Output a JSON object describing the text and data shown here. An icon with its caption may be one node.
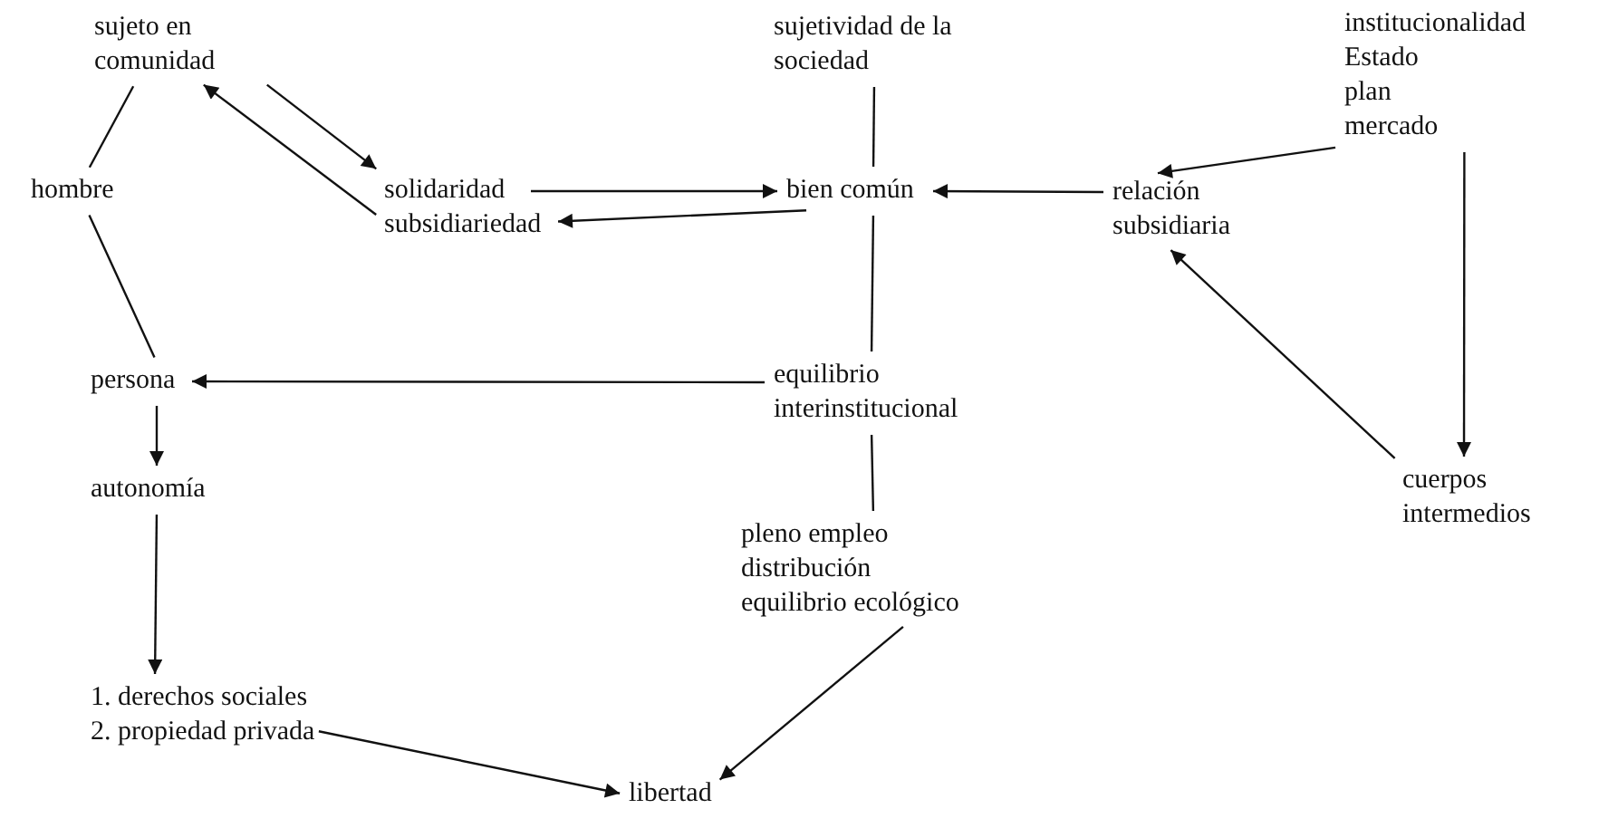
{
  "diagram": {
    "nodes": [
      {
        "text": [
          "sujeto en comunidad"
        ]
      },
      {
        "text": [
          "hombre"
        ]
      },
      {
        "text": [
          "solidaridad"
        ]
      },
      {
        "text": [
          "subsidiariedad"
        ]
      },
      {
        "text": [
          "sujetividad de la sociedad"
        ]
      },
      {
        "text": [
          "bien común"
        ]
      },
      {
        "text": [
          "institucionalidad",
          "Estado",
          "plan",
          "mercado"
        ]
      },
      {
        "text": [
          "relación subsidiaria"
        ]
      },
      {
        "text": [
          "persona"
        ]
      },
      {
        "text": [
          "equilibrio interinstitucional"
        ]
      },
      {
        "text": [
          "cuerpos intermedios"
        ]
      },
      {
        "text": [
          "autonomía"
        ]
      },
      {
        "text": [
          "pleno empleo",
          "distribución",
          "equilibrio ecológico"
        ]
      },
      {
        "text": [
          "1. derechos sociales",
          "2. propiedad privada"
        ]
      },
      {
        "text": [
          "libertad"
        ]
      }
    ],
    "edges": [
      {
        "from": 0,
        "to": 1,
        "arrow": "none"
      },
      {
        "from": 1,
        "to": 8,
        "arrow": "none"
      },
      {
        "from": 0,
        "to": 2,
        "arrow": "to"
      },
      {
        "from": 3,
        "to": 0,
        "arrow": "to"
      },
      {
        "from": 2,
        "to": 5,
        "arrow": "to"
      },
      {
        "from": 5,
        "to": 3,
        "arrow": "to"
      },
      {
        "from": 4,
        "to": 5,
        "arrow": "none"
      },
      {
        "from": 5,
        "to": 9,
        "arrow": "none"
      },
      {
        "from": 7,
        "to": 5,
        "arrow": "to"
      },
      {
        "from": 6,
        "to": 7,
        "arrow": "to"
      },
      {
        "from": 6,
        "to": 10,
        "arrow": "to"
      },
      {
        "from": 10,
        "to": 7,
        "arrow": "to"
      },
      {
        "from": 9,
        "to": 8,
        "arrow": "to"
      },
      {
        "from": 8,
        "to": 11,
        "arrow": "to"
      },
      {
        "from": 11,
        "to": 13,
        "arrow": "to"
      },
      {
        "from": 9,
        "to": 12,
        "arrow": "none"
      },
      {
        "from": 13,
        "to": 14,
        "arrow": "to"
      },
      {
        "from": 12,
        "to": 14,
        "arrow": "to"
      }
    ]
  }
}
